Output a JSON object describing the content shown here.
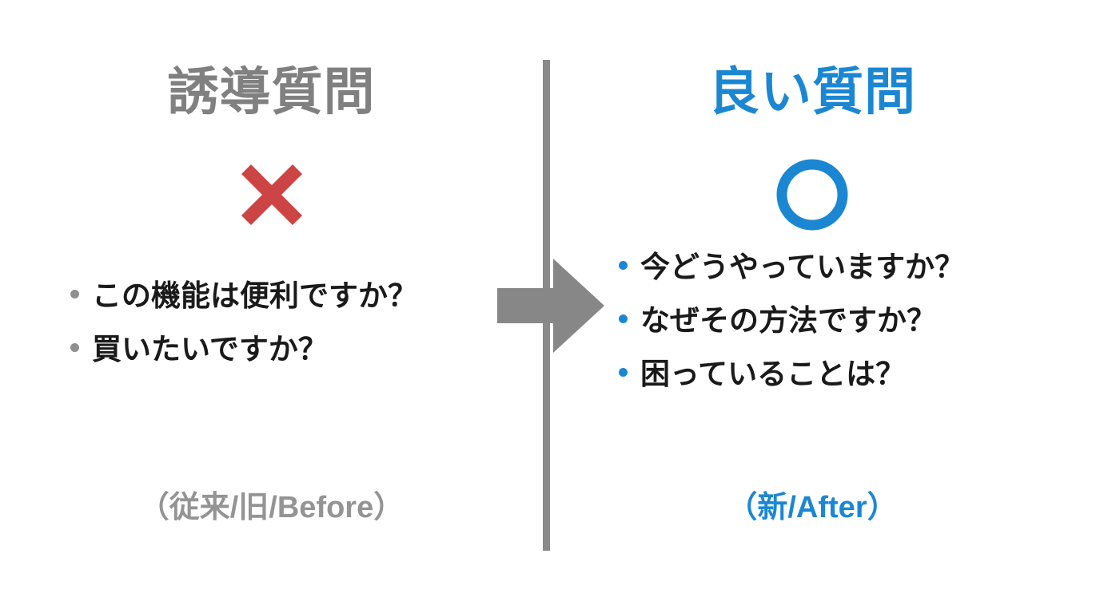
{
  "slide": {
    "background_color": "#ffffff",
    "divider": {
      "color": "#8a8a8a"
    },
    "arrow": {
      "icon": "right-arrow-icon",
      "color": "#878787"
    }
  },
  "left": {
    "title": "誘導質問",
    "title_color": "#808080",
    "mark": {
      "icon": "cross-mark-icon",
      "symbol": "×",
      "color": "#cc4444"
    },
    "bullet_color": "#8f8f8f",
    "bullets": [
      "この機能は便利ですか？",
      "買いたいですか？"
    ],
    "footer": "（従来/旧/Before）",
    "footer_color": "#949494"
  },
  "right": {
    "title": "良い質問",
    "title_color": "#1b87d3",
    "mark": {
      "icon": "circle-mark-icon",
      "symbol": "○",
      "color": "#1b87d3"
    },
    "bullet_color": "#1b87d3",
    "bullets": [
      "今どうやっていますか？",
      "なぜその方法ですか？",
      "困っていることは？"
    ],
    "footer": "（新/After）",
    "footer_color": "#1b87d3"
  }
}
